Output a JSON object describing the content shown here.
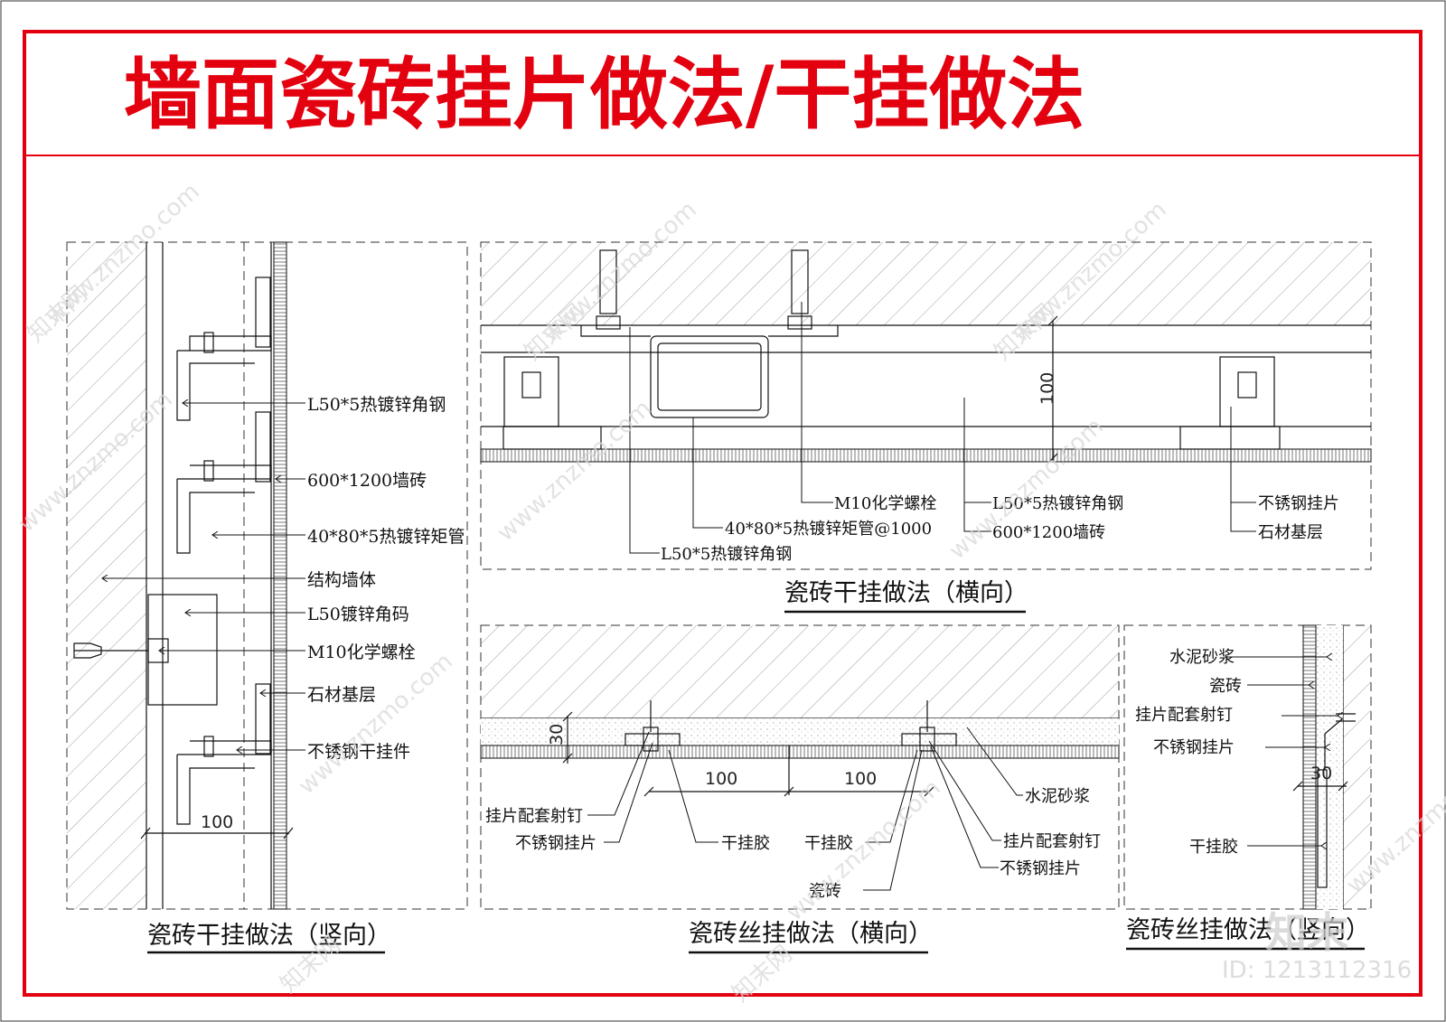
{
  "title": "墙面瓷砖挂片做法/干挂做法",
  "colors": {
    "frame": "#e3000f",
    "title": "#e3000f",
    "line": "#111111",
    "watermark": "#d9d9d9"
  },
  "panels": {
    "vertical_dry": {
      "caption": "瓷砖干挂做法（竖向）",
      "labels": [
        "L50*5热镀锌角钢",
        "600*1200墙砖",
        "40*80*5热镀锌矩管",
        "结构墙体",
        "L50镀锌角码",
        "M10化学螺栓",
        "石材基层",
        "不锈钢干挂件"
      ],
      "dimension": "100"
    },
    "horizontal_dry": {
      "caption": "瓷砖干挂做法（横向）",
      "labels": [
        "M10化学螺栓",
        "40*80*5热镀锌矩管@1000",
        "L50*5热镀锌角钢",
        "L50*5热镀锌角钢",
        "600*1200墙砖",
        "不锈钢挂片",
        "石材基层"
      ],
      "dimension": "100"
    },
    "horizontal_wire": {
      "caption": "瓷砖丝挂做法（横向）",
      "labels": [
        "挂片配套射钉",
        "不锈钢挂片",
        "干挂胶",
        "干挂胶",
        "瓷砖",
        "水泥砂浆",
        "挂片配套射钉",
        "不锈钢挂片"
      ],
      "dimensions": [
        "30",
        "100",
        "100"
      ]
    },
    "vertical_wire": {
      "caption": "瓷砖丝挂做法（竖向）",
      "labels": [
        "水泥砂浆",
        "瓷砖",
        "挂片配套射钉",
        "不锈钢挂片",
        "干挂胶"
      ],
      "dimension": "30"
    }
  },
  "watermark": {
    "site": "www.znzmo.com",
    "cn": "知末网",
    "brand": "知末",
    "id": "ID: 1213112316"
  }
}
